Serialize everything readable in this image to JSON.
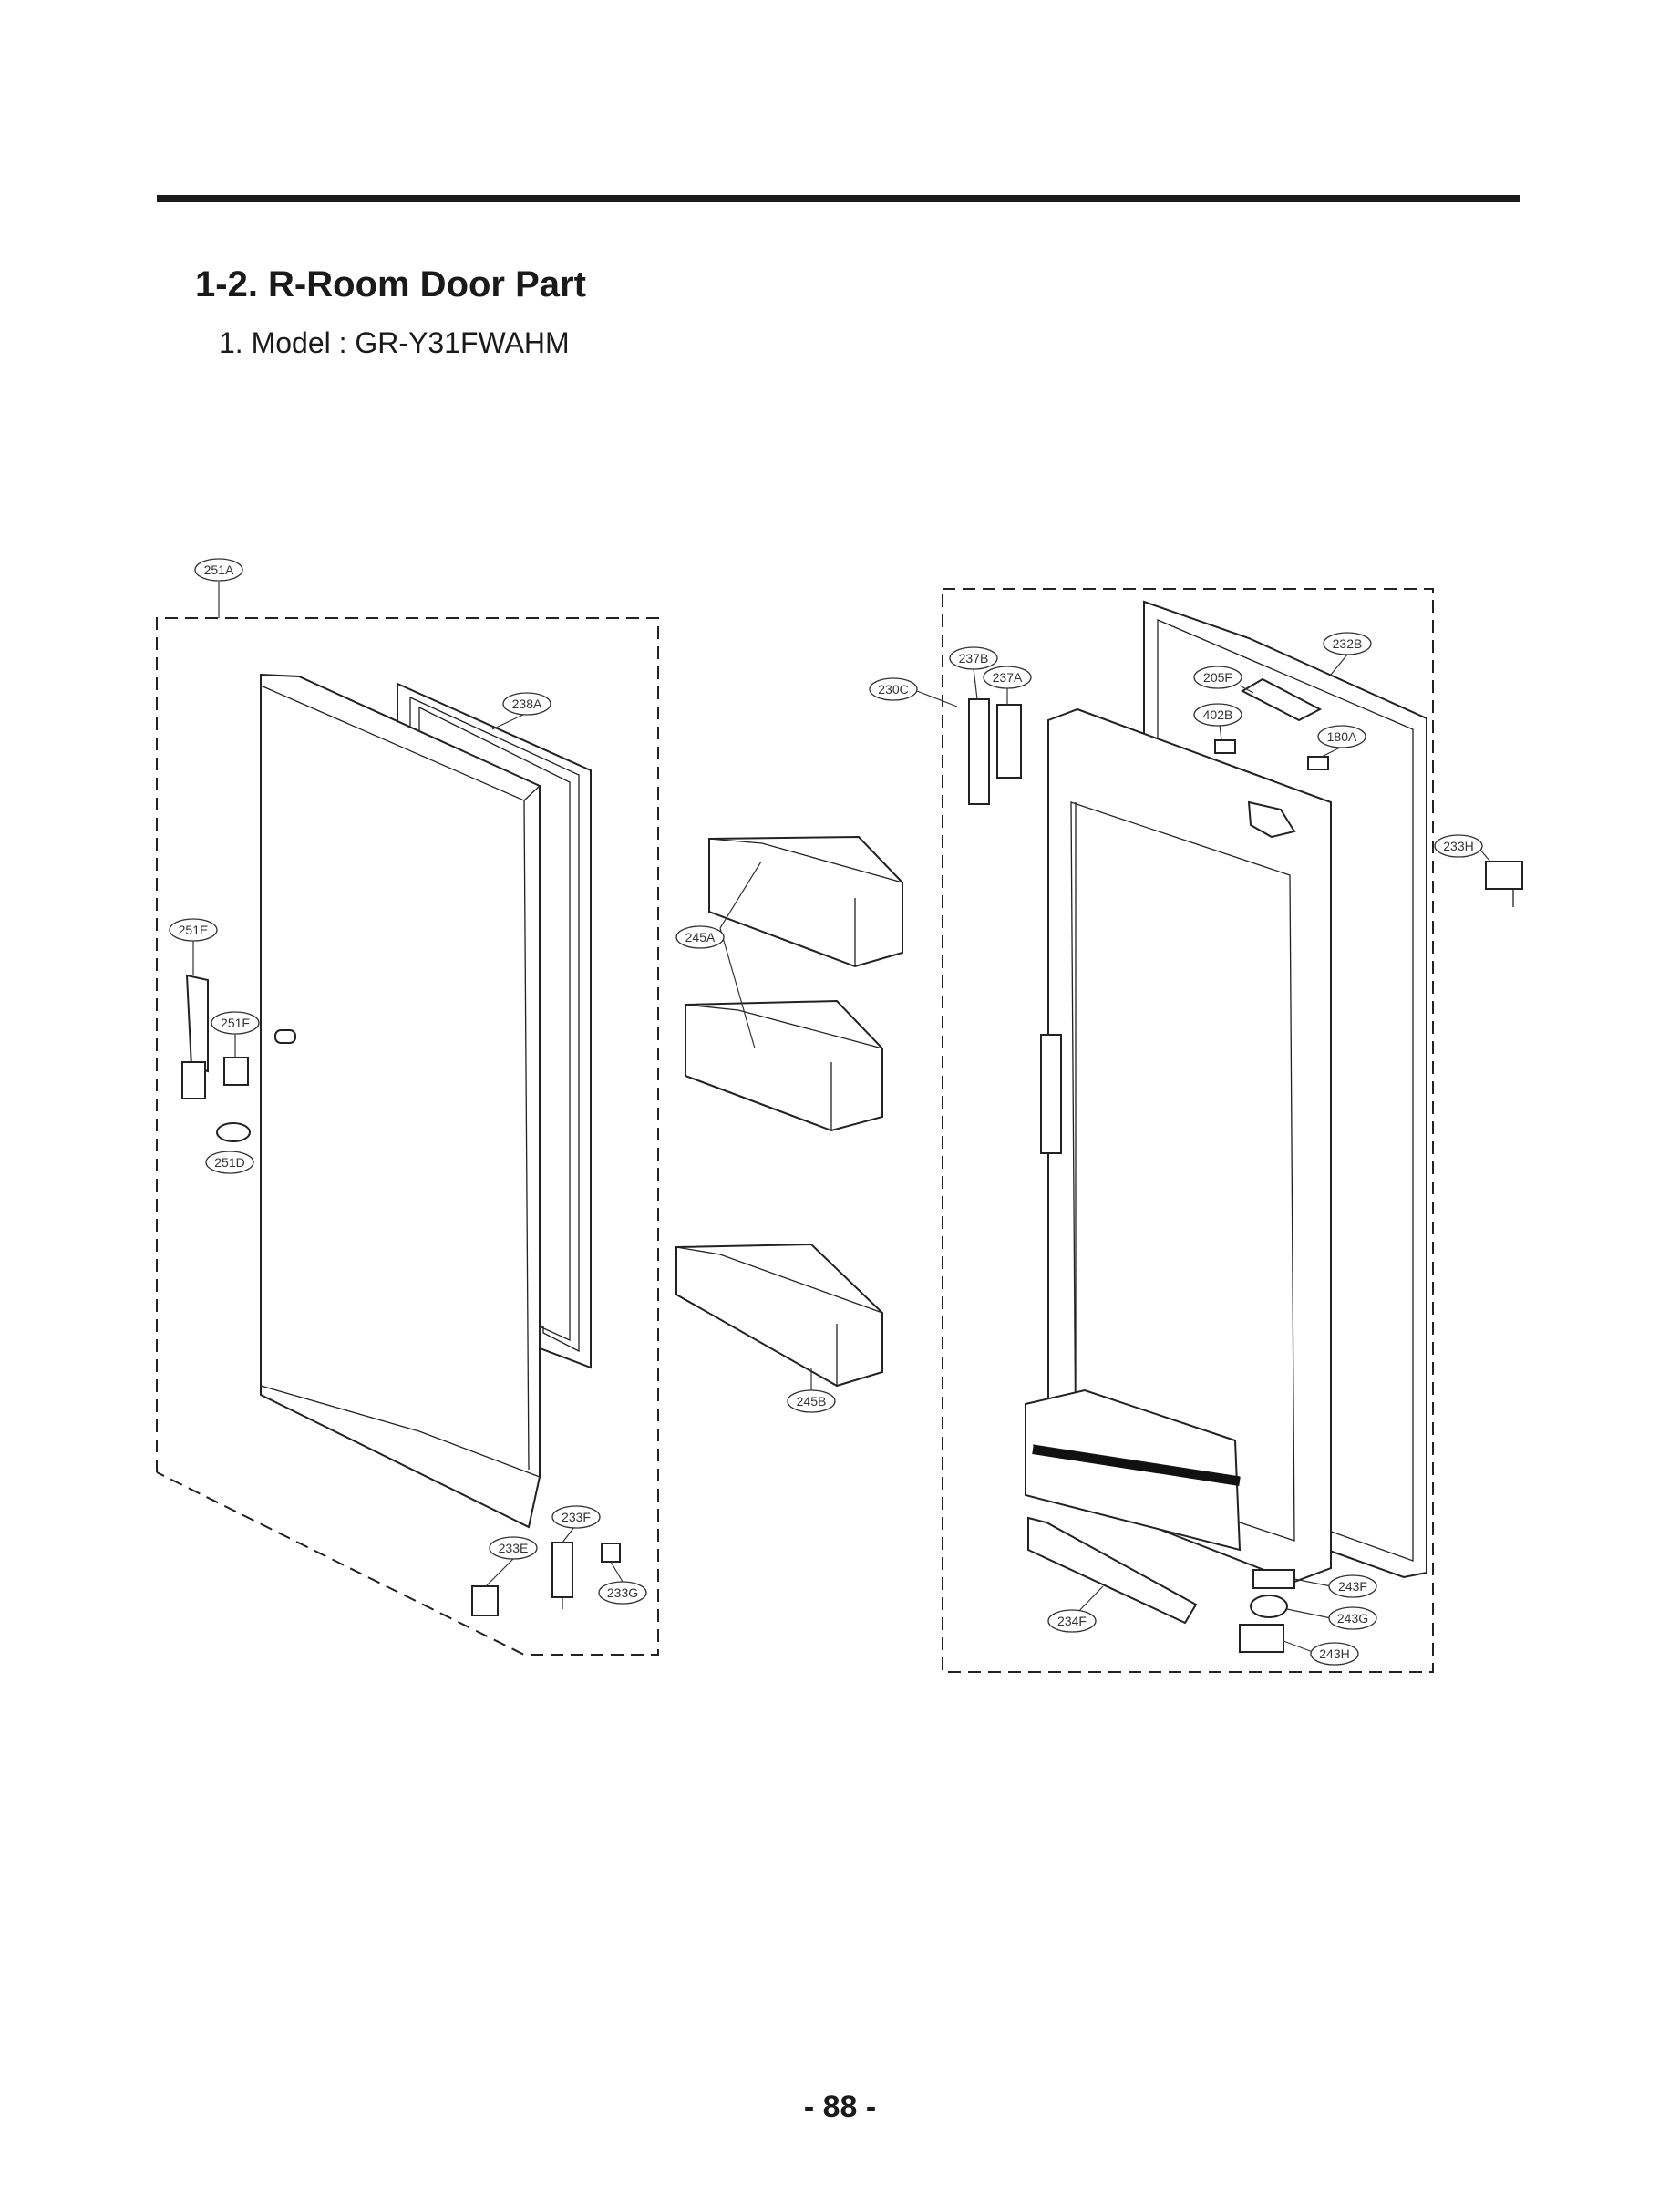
{
  "header": {
    "title": "1-2. R-Room Door Part",
    "subtitle": "1. Model : GR-Y31FWAHM"
  },
  "footer": {
    "page_number": "- 88 -"
  },
  "callouts": [
    "251A",
    "238A",
    "251E",
    "251F",
    "251D",
    "233F",
    "233E",
    "233G",
    "245A",
    "245B",
    "237B",
    "237A",
    "230C",
    "205F",
    "402B",
    "232B",
    "180A",
    "233H",
    "243F",
    "234F",
    "243G",
    "243H"
  ]
}
